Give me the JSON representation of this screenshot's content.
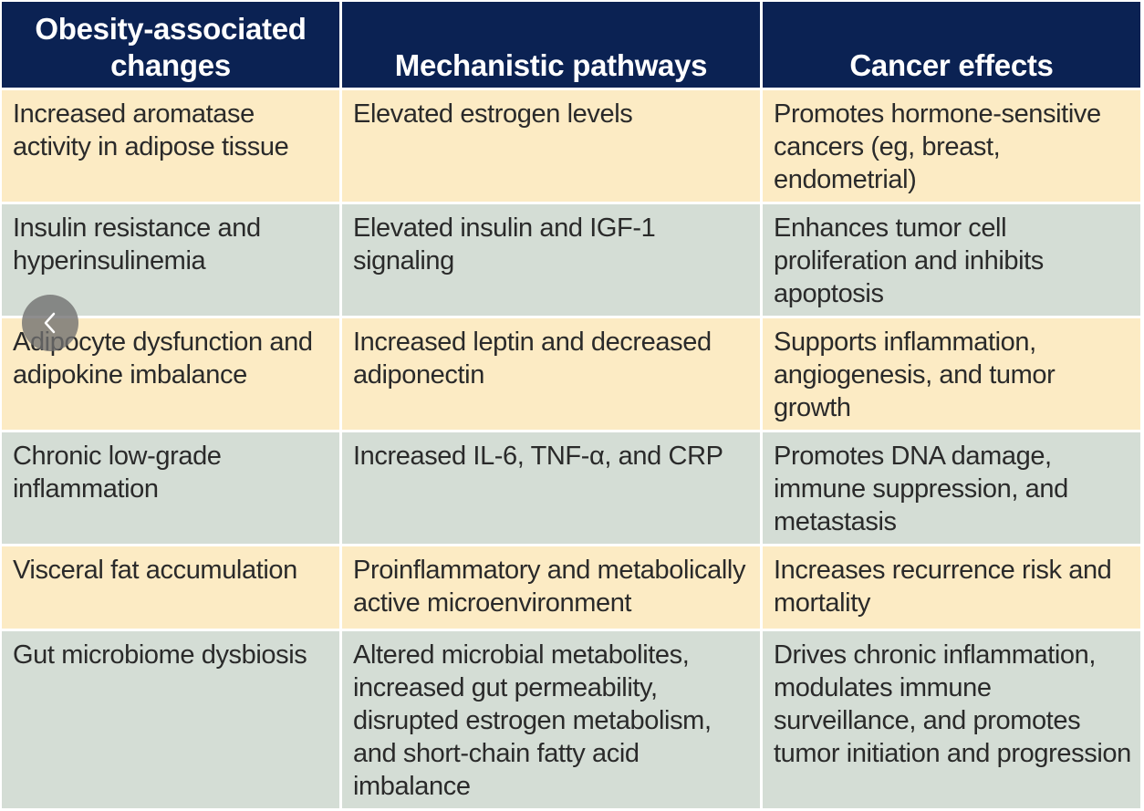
{
  "table": {
    "headers": [
      "Obesity-associated changes",
      "Mechanistic pathways",
      "Cancer effects"
    ],
    "rows": [
      [
        "Increased aromatase activity in adipose tissue",
        "Elevated estrogen levels",
        "Promotes hormone-sensitive cancers (eg, breast, endometrial)"
      ],
      [
        "Insulin resistance and hyperinsulinemia",
        "Elevated insulin and IGF-1 signaling",
        "Enhances tumor cell proliferation and inhibits apoptosis"
      ],
      [
        "Adipocyte dysfunction and adipokine imbalance",
        "Increased leptin and decreased adiponectin",
        "Supports inflammation, angiogenesis, and tumor growth"
      ],
      [
        "Chronic low-grade inflammation",
        "Increased IL-6, TNF-α, and CRP",
        "Promotes DNA damage, immune suppression, and metastasis"
      ],
      [
        "Visceral fat accumulation",
        "Proinflammatory and metabolically active microenvironment",
        "Increases recurrence risk and mortality"
      ],
      [
        "Gut microbiome dysbiosis",
        "Altered microbial metabolites, increased gut permeability, disrupted estrogen metabolism, and short-chain fatty acid imbalance",
        "Drives chronic inflammation, modulates immune surveillance, and promotes tumor initiation and progression"
      ]
    ]
  },
  "colors": {
    "header_bg": "#0b2253",
    "row_odd_bg": "#fcebc4",
    "row_even_bg": "#d4ddd5"
  },
  "carousel": {
    "prev_icon": "chevron-left-icon"
  }
}
